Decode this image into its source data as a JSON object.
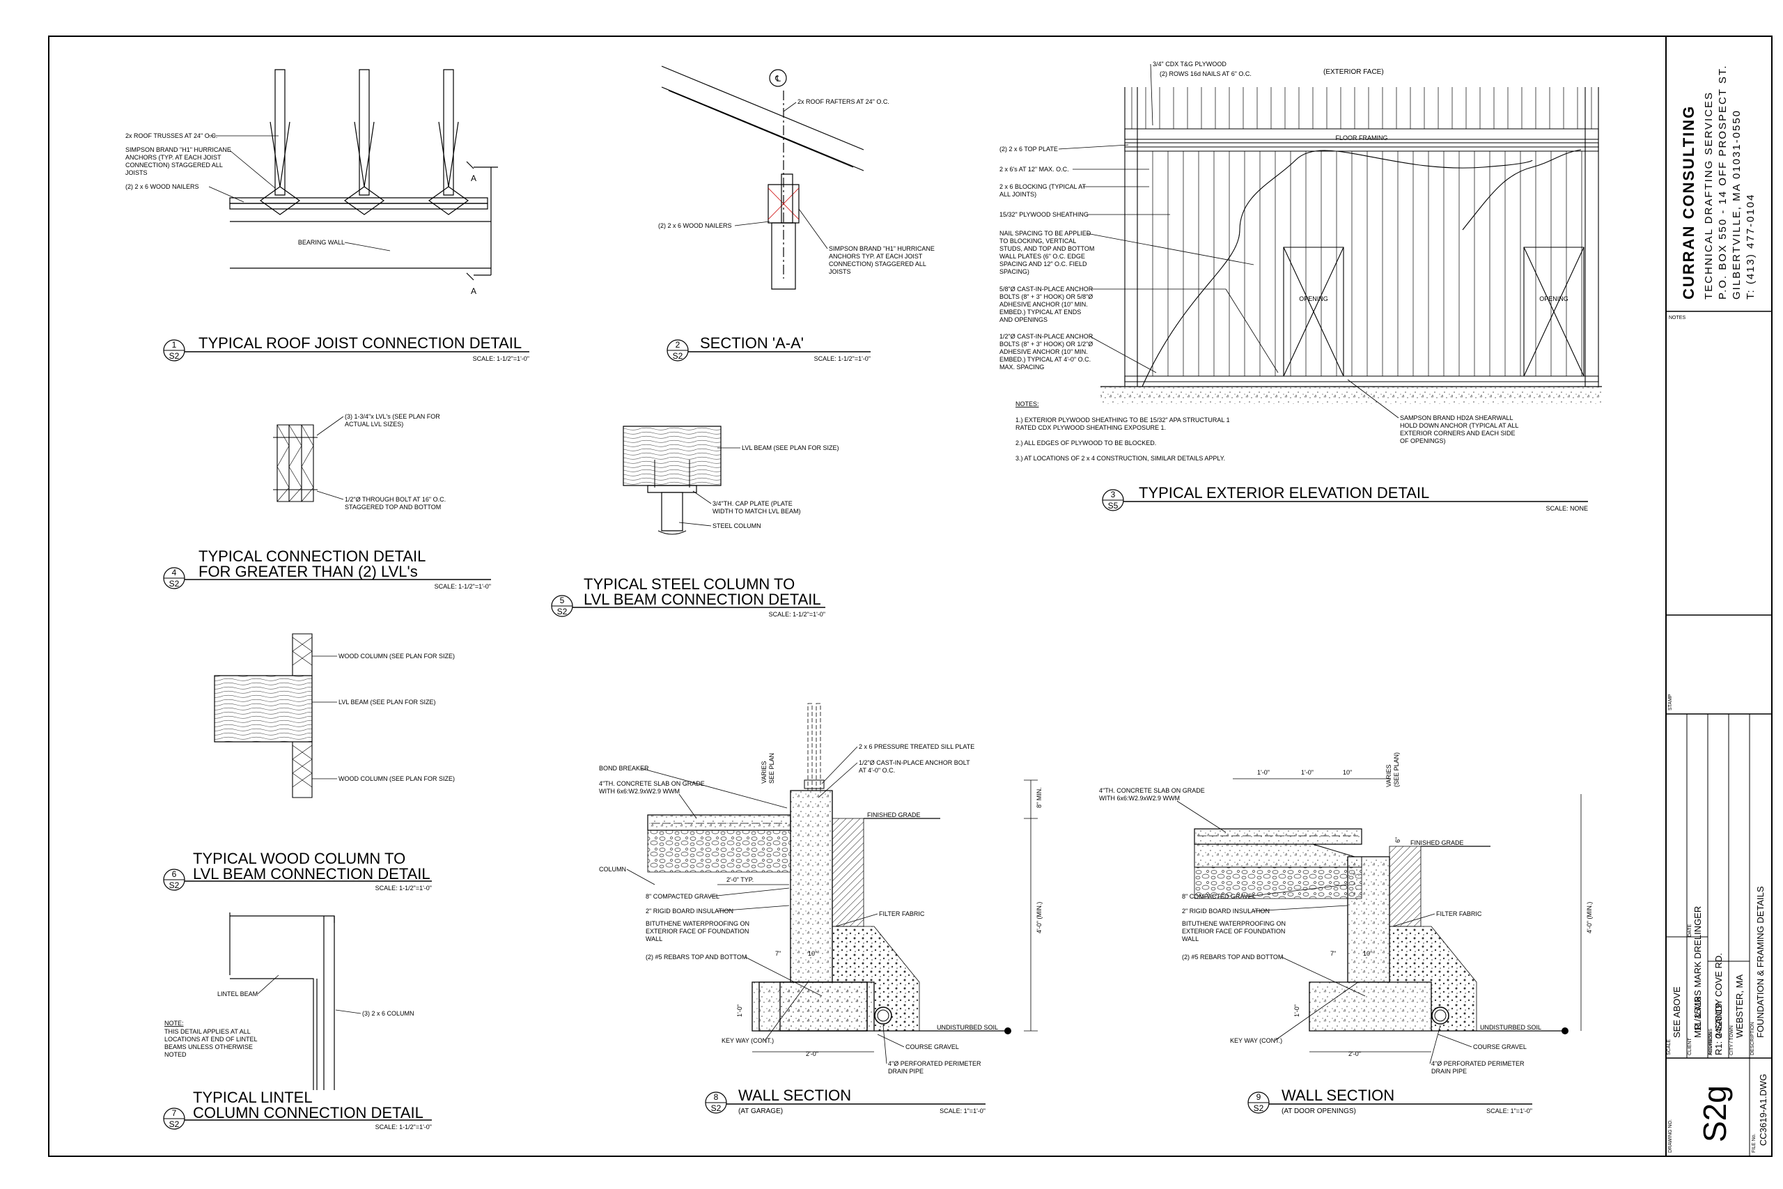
{
  "details": {
    "d1": {
      "number": "1",
      "sheet": "S2",
      "title": "TYPICAL ROOF JOIST CONNECTION DETAIL",
      "scale": "SCALE: 1-1/2\"=1'-0\"",
      "notes": [
        "2x ROOF TRUSSES AT 24\" O.C.",
        "SIMPSON BRAND \"H1\" HURRICANE",
        "ANCHORS (TYP. AT EACH JOIST",
        "CONNECTION) STAGGERED ALL",
        "JOISTS",
        "(2) 2 x 6 WOOD NAILERS"
      ],
      "bearing_wall": "BEARING WALL",
      "cut": "A"
    },
    "d2": {
      "number": "2",
      "sheet": "S2",
      "title": "SECTION 'A-A'",
      "scale": "SCALE: 1-1/2\"=1'-0\"",
      "rafters": "2x ROOF RAFTERS AT 24\" O.C.",
      "nailers": "(2) 2 x 6 WOOD NAILERS",
      "anchor": [
        "SIMPSON BRAND \"H1\" HURRICANE",
        "ANCHORS TYP. AT EACH JOIST",
        "CONNECTION) STAGGERED ALL",
        "JOISTS"
      ],
      "centerline": "℄"
    },
    "d3": {
      "number": "3",
      "sheet": "S5",
      "title": "TYPICAL EXTERIOR ELEVATION DETAIL",
      "scale": "SCALE: NONE",
      "top_notes": [
        "3/4\" CDX T&G PLYWOOD",
        "(2) ROWS 16d NAILS AT 6\" O.C."
      ],
      "exterior_face": "(EXTERIOR FACE)",
      "floor_framing": "FLOOR FRAMING",
      "opening": "OPENING",
      "left_notes": [
        [
          "(2) 2 x 6 TOP PLATE"
        ],
        [
          "2 x 6's AT 12\" MAX. O.C."
        ],
        [
          "2 x 6 BLOCKING (TYPICAL AT",
          "ALL JOINTS)"
        ],
        [
          "15/32\" PLYWOOD SHEATHING"
        ],
        [
          "NAIL SPACING TO BE APPLIED",
          "TO BLOCKING, VERTICAL",
          "STUDS, AND TOP AND BOTTOM",
          "WALL PLATES (6\" O.C. EDGE",
          "SPACING AND 12\" O.C. FIELD",
          "SPACING)"
        ],
        [
          "5/8\"Ø CAST-IN-PLACE ANCHOR",
          "BOLTS (8\" + 3\" HOOK) OR 5/8\"Ø",
          "ADHESIVE ANCHOR (10\" MIN.",
          "EMBED.) TYPICAL AT ENDS",
          "AND OPENINGS"
        ],
        [
          "1/2\"Ø CAST-IN-PLACE ANCHOR",
          "BOLTS (8\" + 3\" HOOK) OR 1/2\"Ø",
          "ADHESIVE ANCHOR (10\" MIN.",
          "EMBED.) TYPICAL AT 4'-0\" O.C.",
          "MAX. SPACING"
        ]
      ],
      "hold_down": [
        "SAMPSON BRAND HD2A SHEARWALL",
        "HOLD DOWN ANCHOR (TYPICAL AT ALL",
        "EXTERIOR CORNERS AND EACH SIDE",
        "OF OPENINGS)"
      ],
      "notes_heading": "NOTES:",
      "notes": [
        "1.) EXTERIOR PLYWOOD SHEATHING TO BE 15/32\" APA STRUCTURAL 1",
        "RATED CDX PLYWOOD SHEATHING EXPOSURE 1.",
        "2.) ALL EDGES OF PLYWOOD TO BE BLOCKED.",
        "3.) AT LOCATIONS OF 2 x 4 CONSTRUCTION, SIMILAR DETAILS APPLY."
      ]
    },
    "d4": {
      "number": "4",
      "sheet": "S2",
      "title_line1": "TYPICAL CONNECTION DETAIL",
      "title_line2": "FOR GREATER THAN (2) LVL's",
      "scale": "SCALE: 1-1/2\"=1'-0\"",
      "note1": [
        "(3) 1-3/4\"x LVL's (SEE PLAN FOR",
        "ACTUAL LVL SIZES)"
      ],
      "note2": [
        "1/2\"Ø THROUGH BOLT AT 16\" O.C.",
        "STAGGERED TOP AND BOTTOM"
      ]
    },
    "d5": {
      "number": "5",
      "sheet": "S2",
      "title_line1": "TYPICAL STEEL COLUMN TO",
      "title_line2": "LVL BEAM CONNECTION DETAIL",
      "scale": "SCALE: 1-1/2\"=1'-0\"",
      "lvl": "LVL BEAM (SEE PLAN FOR SIZE)",
      "cap": [
        "3/4\"TH. CAP PLATE (PLATE",
        "WIDTH TO MATCH LVL BEAM)"
      ],
      "column": "STEEL COLUMN"
    },
    "d6": {
      "number": "6",
      "sheet": "S2",
      "title_line1": "TYPICAL WOOD COLUMN TO",
      "title_line2": "LVL BEAM CONNECTION DETAIL",
      "scale": "SCALE: 1-1/2\"=1'-0\"",
      "col": "WOOD COLUMN (SEE PLAN FOR SIZE)",
      "beam": "LVL BEAM (SEE PLAN FOR SIZE)"
    },
    "d7": {
      "number": "7",
      "sheet": "S2",
      "title_line1": "TYPICAL LINTEL",
      "title_line2": "COLUMN CONNECTION DETAIL",
      "scale": "SCALE: 1-1/2\"=1'-0\"",
      "lintel": "LINTEL BEAM",
      "column": "(3) 2 x 6 COLUMN",
      "note_heading": "NOTE:",
      "note": [
        "THIS DETAIL APPLIES AT ALL",
        "LOCATIONS AT END OF LINTEL",
        "BEAMS UNLESS OTHERWISE",
        "NOTED"
      ]
    },
    "d8": {
      "number": "8",
      "sheet": "S2",
      "title": "WALL SECTION",
      "subtitle": "(AT GARAGE)",
      "scale": "SCALE: 1\"=1'-0\"",
      "sill": "2 x 6 PRESSURE TREATED SILL PLATE",
      "bolt": [
        "1/2\"Ø CAST-IN-PLACE ANCHOR BOLT",
        "AT 4'-0\" O.C."
      ],
      "varies": [
        "VARIES",
        "SEE PLAN"
      ],
      "bond": "BOND BREAKER",
      "slab": [
        "4\"TH. CONCRETE SLAB ON GRADE",
        "WITH 6x6:W2.9xW2.9 WWM"
      ],
      "finished_grade": "FINISHED GRADE",
      "eight_min": "8\" MIN.",
      "column": "COLUMN",
      "two_typ": "2'-0\" TYP.",
      "gravel": "8\" COMPACTED GRAVEL",
      "rigid": "2\" RIGID BOARD INSULATION",
      "bituthene": [
        "BITUTHENE WATERPROOFING ON",
        "EXTERIOR FACE OF FOUNDATION",
        "WALL"
      ],
      "rebar": "(2) #5 REBARS TOP AND BOTTOM",
      "filter": "FILTER FABRIC",
      "four_min": "4'-0\" (MIN.)",
      "seven": "7\"",
      "ten": "10\"",
      "one_zero": "1'-0\"",
      "undisturbed": "UNDISTURBED SOIL",
      "keyway": "KEY WAY (CONT.)",
      "two_zero": "2'-0\"",
      "course": "COURSE GRAVEL",
      "drain": [
        "4\"Ø PERFORATED PERIMETER",
        "DRAIN PIPE"
      ]
    },
    "d9": {
      "number": "9",
      "sheet": "S2",
      "title": "WALL SECTION",
      "subtitle": "(AT DOOR OPENINGS)",
      "scale": "SCALE: 1\"=1'-0\"",
      "slab": [
        "4\"TH. CONCRETE SLAB ON GRADE",
        "WITH 6x6:W2.9xW2.9 WWM"
      ],
      "dims_top": [
        "1'-0\"",
        "1'-0\"",
        "10\""
      ],
      "varies": [
        "VARIES",
        "(SEE PLAN)"
      ],
      "finished_grade": "FINISHED GRADE",
      "six": "6\"",
      "gravel": "8\" COMPACTED GRAVEL",
      "rigid": "2\" RIGID BOARD INSULATION",
      "bituthene": [
        "BITUTHENE WATERPROOFING ON",
        "EXTERIOR FACE OF FOUNDATION",
        "WALL"
      ],
      "rebar": "(2) #5 REBARS TOP AND BOTTOM",
      "filter": "FILTER FABRIC",
      "four_min": "4'-0\" (MIN.)",
      "seven": "7\"",
      "ten": "10\"",
      "one_zero": "1'-0\"",
      "undisturbed": "UNDISTURBED SOIL",
      "keyway": "KEY WAY (CONT.)",
      "two_zero": "2'-0\"",
      "course": "COURSE GRAVEL",
      "drain": [
        "4\"Ø PERFORATED PERIMETER",
        "DRAIN PIPE"
      ]
    }
  },
  "title_block": {
    "firm_name": "CURRAN CONSULTING",
    "firm_lines": [
      "TECHNICAL DRAFTING SERVICES",
      "P.O. BOX 550 - 14 OFF PROSPECT ST.",
      "GILBERTVILLE, MA 01031-0550",
      "T: (413) 477-0104"
    ],
    "notes_label": "NOTES",
    "stamp_label": "STAMP",
    "client_label": "CLIENT",
    "client": "MR. & MRS MARK DRELINGER",
    "address_label": "ADDRESS",
    "address": "2 SANDY COVE RD.",
    "city_label": "CITY / TOWN",
    "city": "WEBSTER, MA",
    "desc_label": "DESCRIPTION",
    "description": "FOUNDATION & FRAMING DETAILS",
    "scale_label": "SCALE",
    "scale": "SEE ABOVE",
    "date_label": "DATE",
    "date": "11/15/18",
    "revisions_label": "REVISIONS",
    "revision": "R1: 04/25/19",
    "drawing_label": "DRAWING NO.",
    "sheet": "S2g",
    "file_label": "FILE No.",
    "file": "CC3619-A1.DWG"
  }
}
